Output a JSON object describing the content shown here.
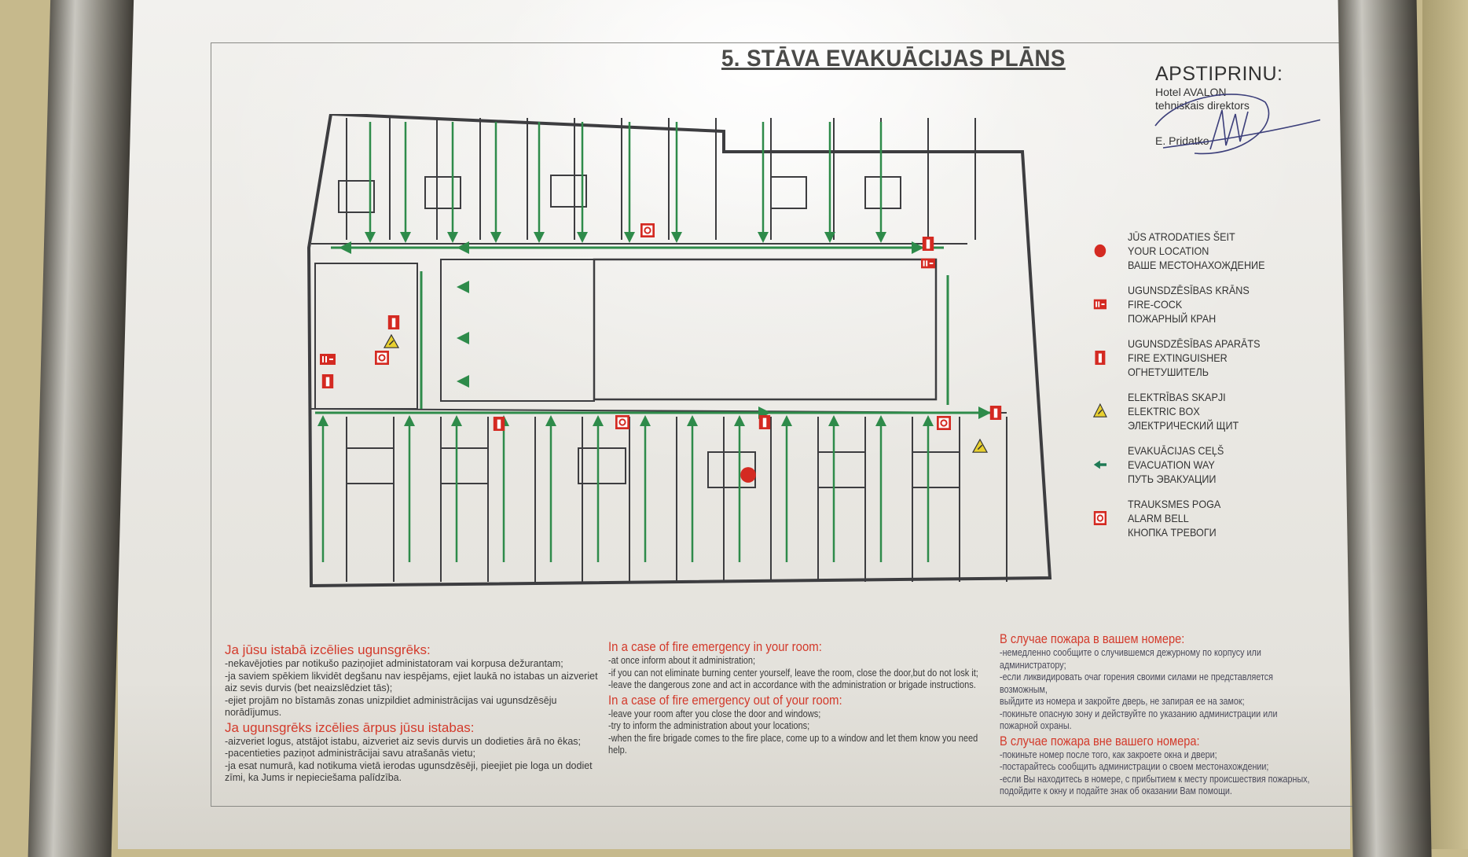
{
  "title": "5. STĀVA EVAKUĀCIJAS PLĀNS",
  "approval": {
    "heading": "APSTIPRINU:",
    "line1": "Hotel AVALON",
    "line2": "tehniskais direktors",
    "name": "E. Pridatko"
  },
  "legend": [
    {
      "icon": "your-location-dot",
      "lines": [
        "JŪS ATRODATIES ŠEIT",
        "YOUR  LOCATION",
        "ВАШЕ МЕСТОНАХОЖДЕНИЕ"
      ]
    },
    {
      "icon": "fire-cock-icon",
      "lines": [
        "UGUNSDZĒSĪBAS KRĀNS",
        "FIRE-COCK",
        "ПОЖАРНЫЙ КРАН"
      ]
    },
    {
      "icon": "fire-extinguisher-icon",
      "lines": [
        "UGUNSDZĒSĪBAS APARĀTS",
        "FIRE EXTINGUISHER",
        "ОГНЕТУШИТЕЛЬ"
      ]
    },
    {
      "icon": "electric-box-icon",
      "lines": [
        "ELEKTRĪBAS SKAPJI",
        "ELEKTRIC BOX",
        "ЭЛЕКТРИЧЕСКИЙ ЩИТ"
      ]
    },
    {
      "icon": "evacuation-arrow-icon",
      "lines": [
        "EVAKUĀCIJAS CEĻŠ",
        "EVACUATION WAY",
        "ПУТЬ ЭВАКУАЦИИ"
      ]
    },
    {
      "icon": "alarm-bell-icon",
      "lines": [
        "TRAUKSMES POGA",
        "ALARM BELL",
        "КНОПКА ТРЕВОГИ"
      ]
    }
  ],
  "colors": {
    "green": "#2e8b4a",
    "red": "#d42a22",
    "heading": "#d33a2b"
  },
  "instructions": {
    "lv": {
      "h1": "Ja jūsu istabā izcēlies ugunsgrēks:",
      "items1": [
        "-nekavējoties par notikušo paziņojiet administatoram vai korpusa dežurantam;",
        "-ja saviem spēkiem likvidēt degšanu nav iespējams, ejiet laukā no istabas un aizveriet aiz sevis durvis (bet neaizslēdziet tās);",
        "-ejiet projām no bīstamās zonas unizpildiet administrācijas vai ugunsdzēsēju norādījumus."
      ],
      "h2": "Ja ugunsgrēks izcēlies ārpus jūsu istabas:",
      "items2": [
        "-aizveriet  logus, atstājot istabu, aizveriet aiz sevis durvis un dodieties ārā no ēkas;",
        "-pacentieties paziņot administrācijai savu atrašanās vietu;",
        "-ja esat numurā, kad notikuma vietā ierodas ugunsdzēsēji, pieejiet pie loga un dodiet zīmi, ka Jums ir nepieciešama palīdzība."
      ]
    },
    "en": {
      "h1": "In a case of fire emergency in your room:",
      "items1": [
        "-at once inform about it administration;",
        "-if you can not eliminate burning center yourself, leave the room, close the door,but do not losk it;",
        "-leave the dangerous zone and act in accordance with the administration or brigade instructions."
      ],
      "h2": "In a case of fire emergency out of your room:",
      "items2": [
        "-leave your room after you close the door and windows;",
        "-try to inform the administration about your locations;",
        "-when the fire brigade comes to the fire place, come up to a window and let them know you need help."
      ]
    },
    "ru": {
      "h1": "В случае пожара в вашем номере:",
      "items1": [
        "-немедленно сообщите о случившемся дежурному по корпусу или администратору;",
        "-если ликвидировать очаг горения своими силами не представляется возможным,",
        "выйдите из номера и закройте дверь, не запирая ее на замок;",
        "-покиньте опасную зону и действуйте по указанию администрации или пожарной охраны."
      ],
      "h2": "В случае пожара вне  вашего номера:",
      "items2": [
        "-покиньте номер после того, как закроете окна и двери;",
        "-постарайтесь сообщить администрации о своем местонахождении;",
        "-если Вы находитесь в номере, с прибытием к месту происшествия пожарных,",
        "подойдите к окну и подайте знак об оказании Вам помощи."
      ]
    }
  }
}
